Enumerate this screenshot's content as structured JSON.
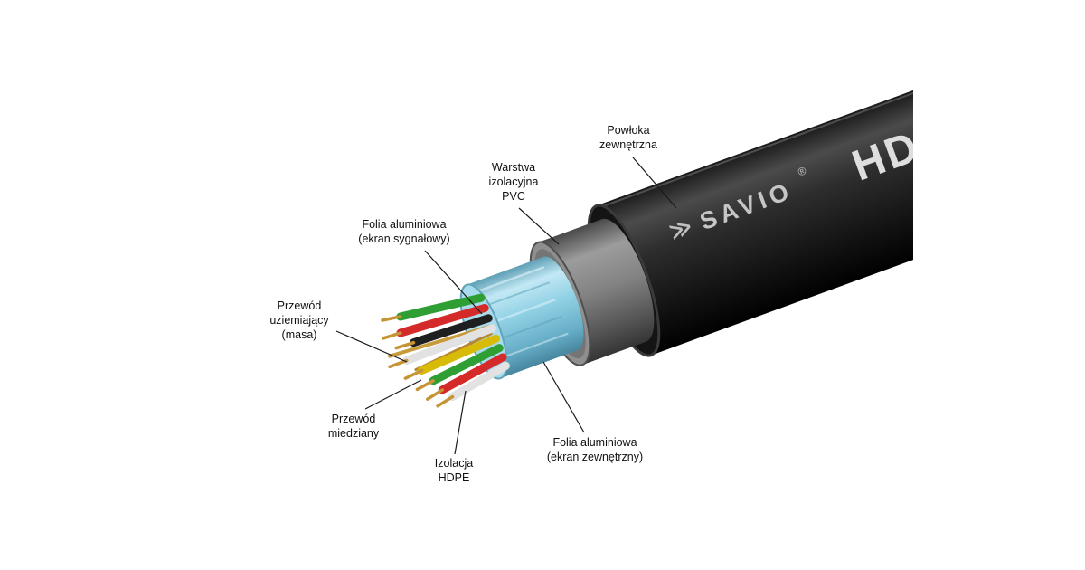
{
  "diagram": {
    "brand": {
      "logo_glyph": "≫",
      "name": "SAVIO",
      "registered": "®",
      "jacket_print_partial": "HD"
    },
    "labels": [
      {
        "id": "powloka-zewnetrzna",
        "text": "Powłoka\nzewnętrzna"
      },
      {
        "id": "warstwa-izolacyjna-pvc",
        "text": "Warstwa\nizolacyjna\nPVC"
      },
      {
        "id": "folia-aluminiowa-sygnalowy",
        "text": "Folia aluminiowa\n(ekran sygnałowy)"
      },
      {
        "id": "przewod-uziemiajacy-masa",
        "text": "Przewód\nuziemiający\n(masa)"
      },
      {
        "id": "przewod-miedziany",
        "text": "Przewód\nmiedziany"
      },
      {
        "id": "izolacja-hdpe",
        "text": "Izolacja\nHDPE"
      },
      {
        "id": "folia-aluminiowa-zewnetrzny",
        "text": "Folia aluminiowa\n(ekran zewnętrzny)"
      }
    ],
    "colors": {
      "background": "#ffffff",
      "jacket": "#1a1a1a",
      "pvc_layer": "#8a8a8a",
      "foil": "#93d2e6",
      "copper": "#c69435",
      "wire_colors": [
        "#2f9e33",
        "#d42a2a",
        "#1f1f1f",
        "#e6e6e6",
        "#d8bb06"
      ],
      "label_text": "#111111",
      "leader_line": "#1a1a1a"
    }
  }
}
